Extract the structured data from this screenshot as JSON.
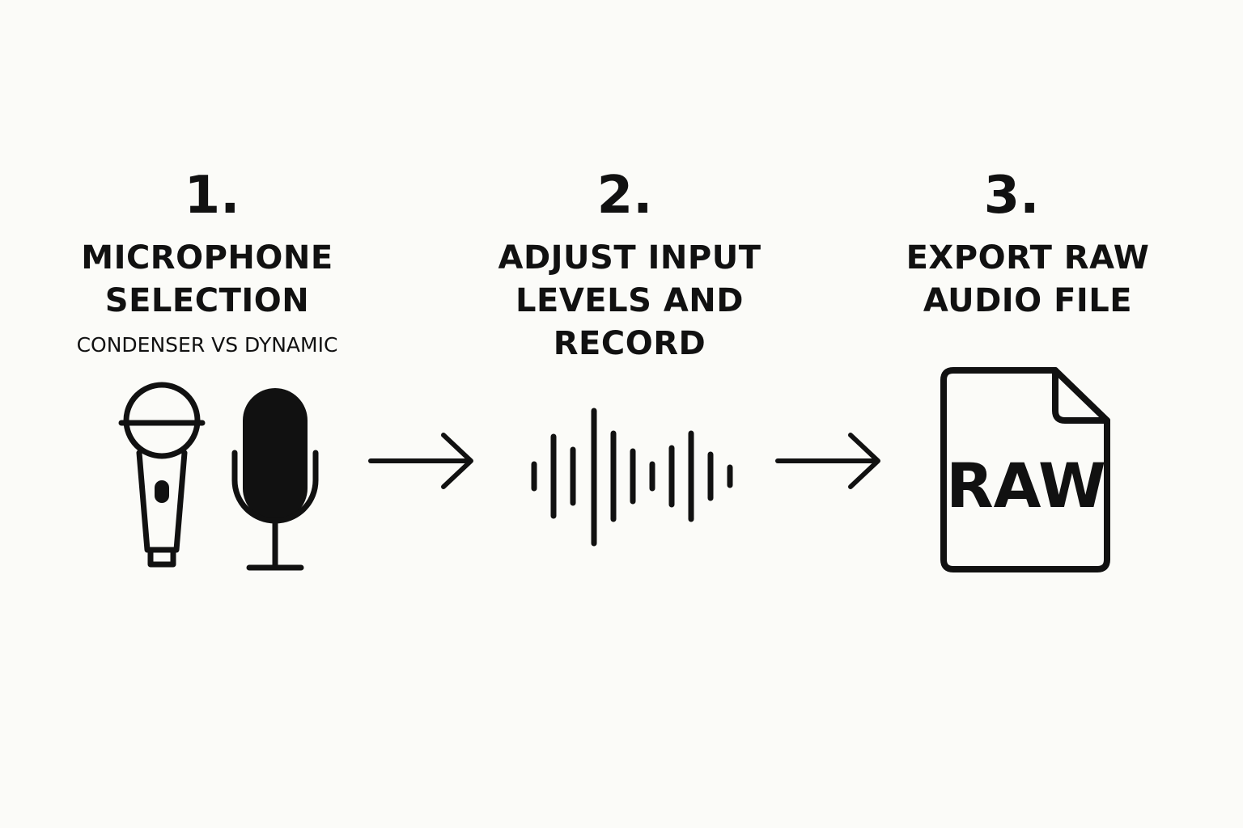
{
  "steps": [
    {
      "number": "1.",
      "title_lines": [
        "MICROPHONE",
        "SELECTION"
      ],
      "subtitle": "CONDENSER VS DYNAMIC",
      "icons": [
        "handheld-microphone-icon",
        "studio-microphone-icon"
      ]
    },
    {
      "number": "2.",
      "title_lines": [
        "ADJUST INPUT",
        "LEVELS AND",
        "RECORD"
      ],
      "icons": [
        "sound-waveform-icon"
      ]
    },
    {
      "number": "3.",
      "title_lines": [
        "EXPORT RAW",
        "AUDIO FILE"
      ],
      "icons": [
        "raw-file-icon"
      ],
      "file_label": "RAW"
    }
  ],
  "connectors": [
    "arrow-right-icon",
    "arrow-right-icon"
  ],
  "colors": {
    "background": "#fbfbf8",
    "ink": "#111111"
  }
}
